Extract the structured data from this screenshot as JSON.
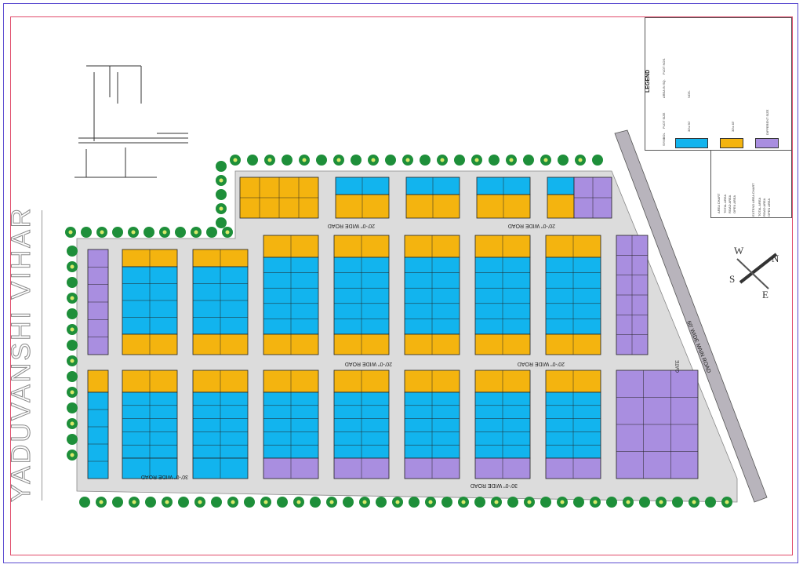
{
  "project": {
    "title": "YADUVANSHI VIHAR"
  },
  "labels": {
    "road_20_wide": "20'-0\" WIDE ROAD",
    "road_30_wide": "30'-0\" WIDE ROAD",
    "gate": "GATE",
    "main_road": "60' WIDE MAIN ROAD"
  },
  "legend": {
    "title": "LEGEND",
    "col_symbol": "SYMBOL",
    "col_plot_size": "PLOT SIZE",
    "col_area": "AREA IN SQ.",
    "col_plot_nos": "PLOT NOS.",
    "col_nos": "NOS.",
    "rows": [
      {
        "size": "30'x 50'",
        "color": "#12b4ee"
      },
      {
        "size": "30'x 45'",
        "color": "#f4b40f"
      },
      {
        "size": "DIFFERENT SIZE",
        "color": "#a98ee0"
      }
    ]
  },
  "area_chart": {
    "title": "AREA CHART",
    "line1": "TOTAL AREA",
    "line2": "ROAD AREA",
    "line3": "OPEN AREA"
  },
  "extend_chart": {
    "title": "EXTEND AREA CHART",
    "line1": "TOTAL AREA",
    "line2": "ROAD AREA",
    "line3": "OPEN AREA"
  },
  "compass": {
    "n": "N",
    "s": "S",
    "e": "E",
    "w": "W"
  },
  "colors": {
    "blue_plot": "#12b4ee",
    "yellow_plot": "#f4b40f",
    "purple_plot": "#a98ee0",
    "road": "#dcdcdc",
    "tree": "#1e8f3a"
  }
}
